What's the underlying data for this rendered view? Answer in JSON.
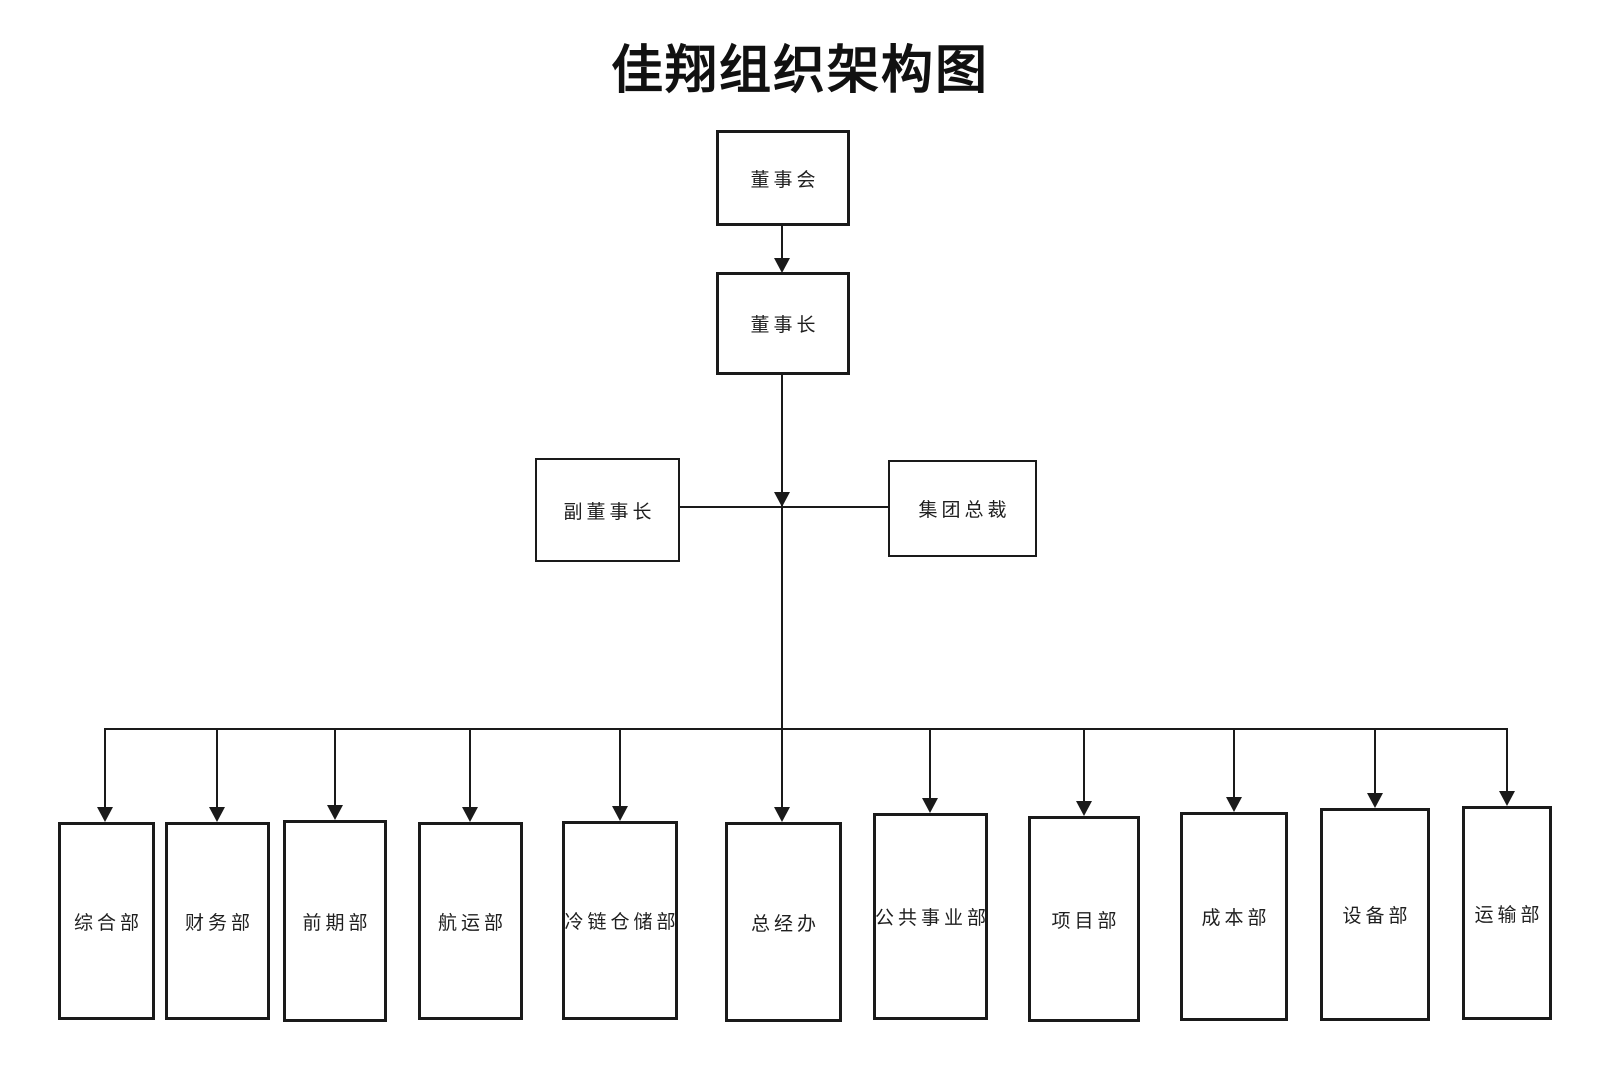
{
  "title": "佳翔组织架构图",
  "org": {
    "board": "董事会",
    "chairman": "董事长",
    "vice_chairman": "副董事长",
    "group_president": "集团总裁",
    "departments": [
      "综合部",
      "财务部",
      "前期部",
      "航运部",
      "冷链仓储部",
      "总经办",
      "公共事业部",
      "项目部",
      "成本部",
      "设备部",
      "运输部"
    ]
  },
  "colors": {
    "line": "#1a1a1a",
    "text": "#1f1f1f",
    "background": "#ffffff"
  }
}
